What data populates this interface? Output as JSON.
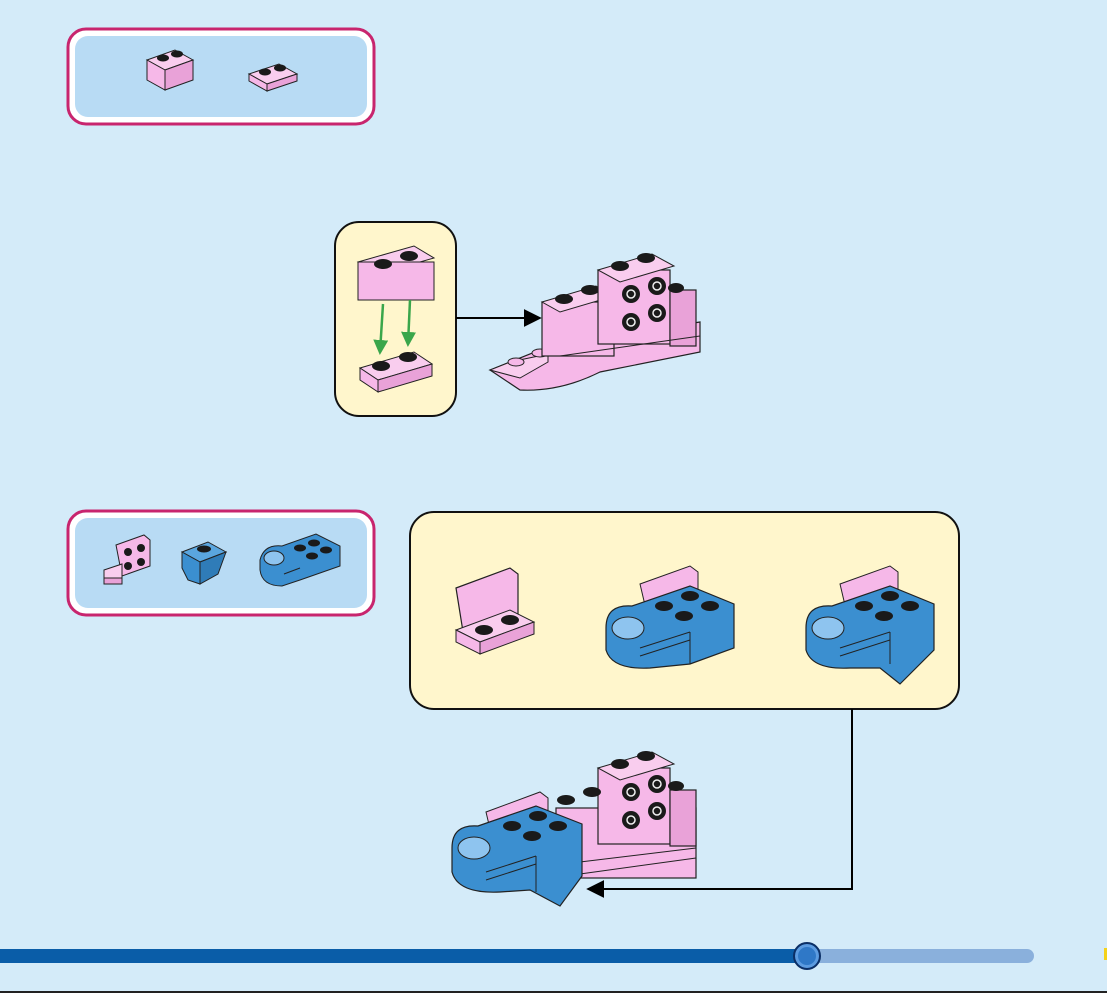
{
  "colors": {
    "background": "#d4ebf9",
    "parts_box_fill": "#b8dbf4",
    "parts_box_border": "#c8256e",
    "substep_box_fill": "#fff6cc",
    "brick_pink": "#f6b8e8",
    "brick_blue": "#3b8fd0",
    "stud_dark": "#1a1a1a",
    "arrow_green": "#3aa64b",
    "progress_filled": "#0a5da8",
    "progress_empty": "#8ab0dc"
  },
  "steps": [
    {
      "parts": [
        {
          "icon": "pink-brick-1x2-icon",
          "color": "pink"
        },
        {
          "icon": "pink-plate-1x2-icon",
          "color": "pink"
        }
      ],
      "substep": [
        "pink-brick-1x2-icon",
        "green-down-arrow-icon",
        "pink-plate-1x2-icon"
      ],
      "result": "pink-boat-assembly-icon"
    },
    {
      "parts": [
        {
          "icon": "pink-bracket-icon",
          "color": "pink"
        },
        {
          "icon": "blue-slope-icon",
          "color": "blue"
        },
        {
          "icon": "blue-clip-plate-icon",
          "color": "blue"
        }
      ],
      "substep": [
        "pink-bracket-icon",
        "blue-clip-on-bracket-icon",
        "blue-clip-with-slope-icon"
      ],
      "result": "pink-blue-boat-assembly-icon"
    }
  ],
  "progress": {
    "fraction": 0.78
  }
}
